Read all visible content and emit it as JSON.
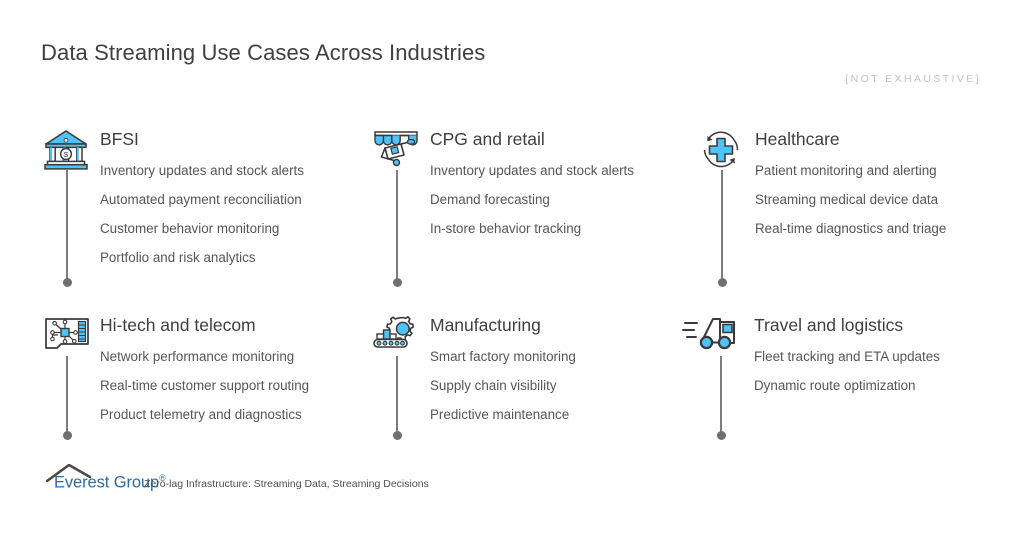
{
  "slide": {
    "title": "Data Streaming Use Cases Across Industries",
    "note": "[NOT EXHAUSTIVE]",
    "accent_color": "#4FC3F7",
    "heading_color": "#3f3f3f",
    "body_color": "#565656",
    "note_color": "#c2c2c2",
    "logo_color": "#2d6ca2"
  },
  "sections": [
    {
      "heading": "BFSI",
      "icon": "bank-icon",
      "bullets": [
        "Inventory updates and stock alerts",
        "Automated payment reconciliation",
        "Customer behavior monitoring",
        "Portfolio and risk analytics"
      ]
    },
    {
      "heading": "CPG and retail",
      "icon": "market-stall-cart-icon",
      "bullets": [
        "Inventory updates and stock alerts",
        "Demand forecasting",
        "In-store behavior tracking"
      ]
    },
    {
      "heading": "Healthcare",
      "icon": "medical-cross-refresh-icon",
      "bullets": [
        "Patient monitoring and alerting",
        "Streaming medical device data",
        "Real-time diagnostics and triage"
      ]
    },
    {
      "heading": "Hi-tech and telecom",
      "icon": "circuit-board-icon",
      "bullets": [
        "Network performance monitoring",
        "Real-time customer support routing",
        "Product telemetry and diagnostics"
      ]
    },
    {
      "heading": "Manufacturing",
      "icon": "gear-conveyor-icon",
      "bullets": [
        "Smart factory monitoring",
        "Supply chain visibility",
        "Predictive maintenance"
      ]
    },
    {
      "heading": "Travel and logistics",
      "icon": "delivery-truck-icon",
      "bullets": [
        "Fleet tracking and ETA updates",
        "Dynamic route optimization"
      ]
    }
  ],
  "footer": {
    "logo_name": "Everest Group",
    "logo_mark": "mountain-peak-icon",
    "registered_mark": "®",
    "tagline": "Zero-lag Infrastructure: Streaming Data, Streaming Decisions"
  }
}
